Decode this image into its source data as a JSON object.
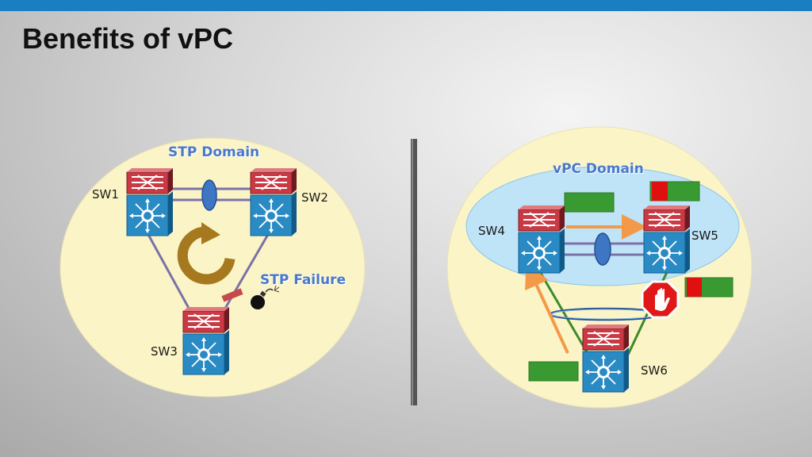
{
  "slide": {
    "title": "Benefits of vPC",
    "accent_color": "#1a7fc1"
  },
  "stp_panel": {
    "domain_title": "STP Domain",
    "failure_label": "STP Failure",
    "switches": [
      "SW1",
      "SW2",
      "SW3"
    ],
    "icons": [
      "loop-arrow-icon",
      "bomb-icon",
      "blocked-link-icon"
    ]
  },
  "vpc_panel": {
    "domain_title": "vPC Domain",
    "switches": [
      "SW4",
      "SW5",
      "SW6"
    ],
    "icons": [
      "stop-sign-icon",
      "orange-arrow-icon",
      "port-channel-ellipse-icon"
    ]
  },
  "colors": {
    "panel_fill": "#fbf4c6",
    "vpc_domain_fill": "#bfe3f7",
    "active_port": "#3a9a32",
    "blocked_port": "#e01010",
    "link_purple": "#7a72a8",
    "link_green": "#3c8a2c",
    "arrow_orange": "#f39a4a",
    "loop_gold": "#a6791f",
    "switch_top": "#c93a44",
    "switch_body": "#2a8bc4"
  }
}
